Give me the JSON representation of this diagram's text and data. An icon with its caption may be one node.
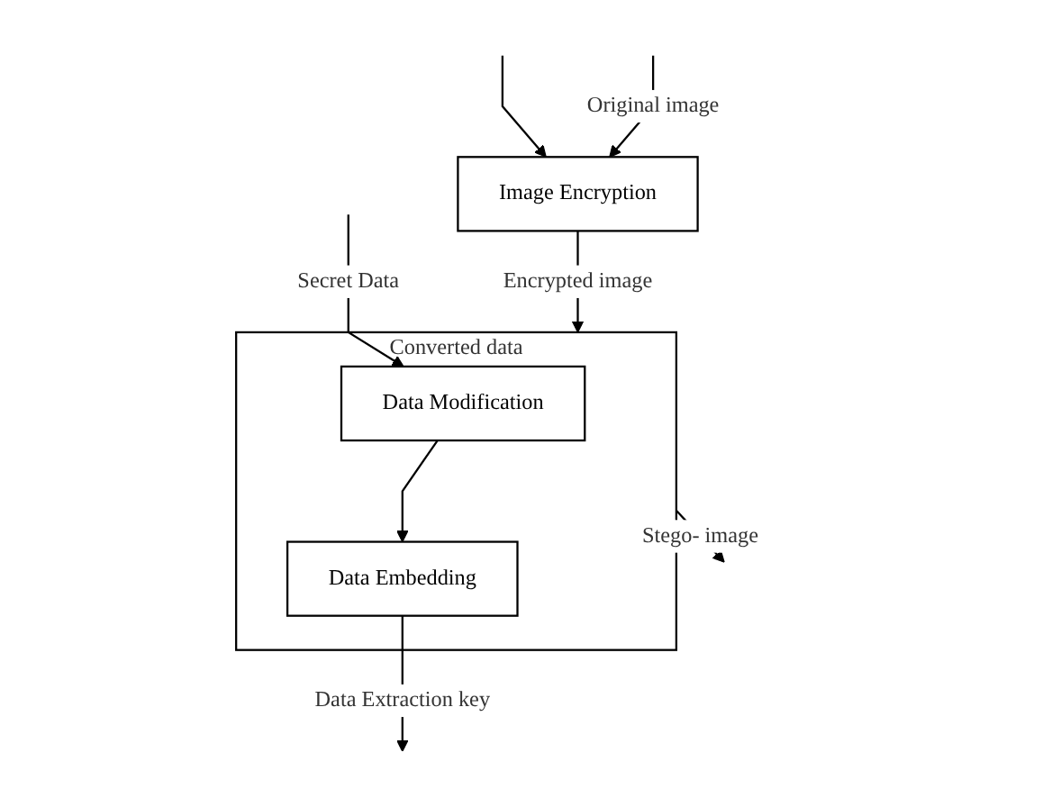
{
  "diagram": {
    "nodes": [
      {
        "text": [
          "Image Encryption"
        ]
      },
      {
        "text": [
          "Converted data"
        ]
      },
      {
        "text": [
          "Data Modification"
        ],
        "in": 1
      },
      {
        "text": [
          "Data Embedding"
        ],
        "in": 1
      }
    ],
    "edges": [
      {
        "from": null,
        "to": 0,
        "arrow": "to"
      },
      {
        "from": null,
        "to": 0,
        "arrow": "to",
        "label": "Original image"
      },
      {
        "from": 0,
        "to": 1,
        "arrow": "to",
        "label": "Encrypted image"
      },
      {
        "from": null,
        "to": 2,
        "arrow": "to",
        "label": "Secret Data"
      },
      {
        "from": 2,
        "to": 3,
        "arrow": "to"
      },
      {
        "from": 3,
        "to": null,
        "arrow": "to",
        "label": "Data Extraction key"
      },
      {
        "from": 1,
        "to": null,
        "arrow": "to",
        "label": "Stego- image"
      }
    ]
  }
}
